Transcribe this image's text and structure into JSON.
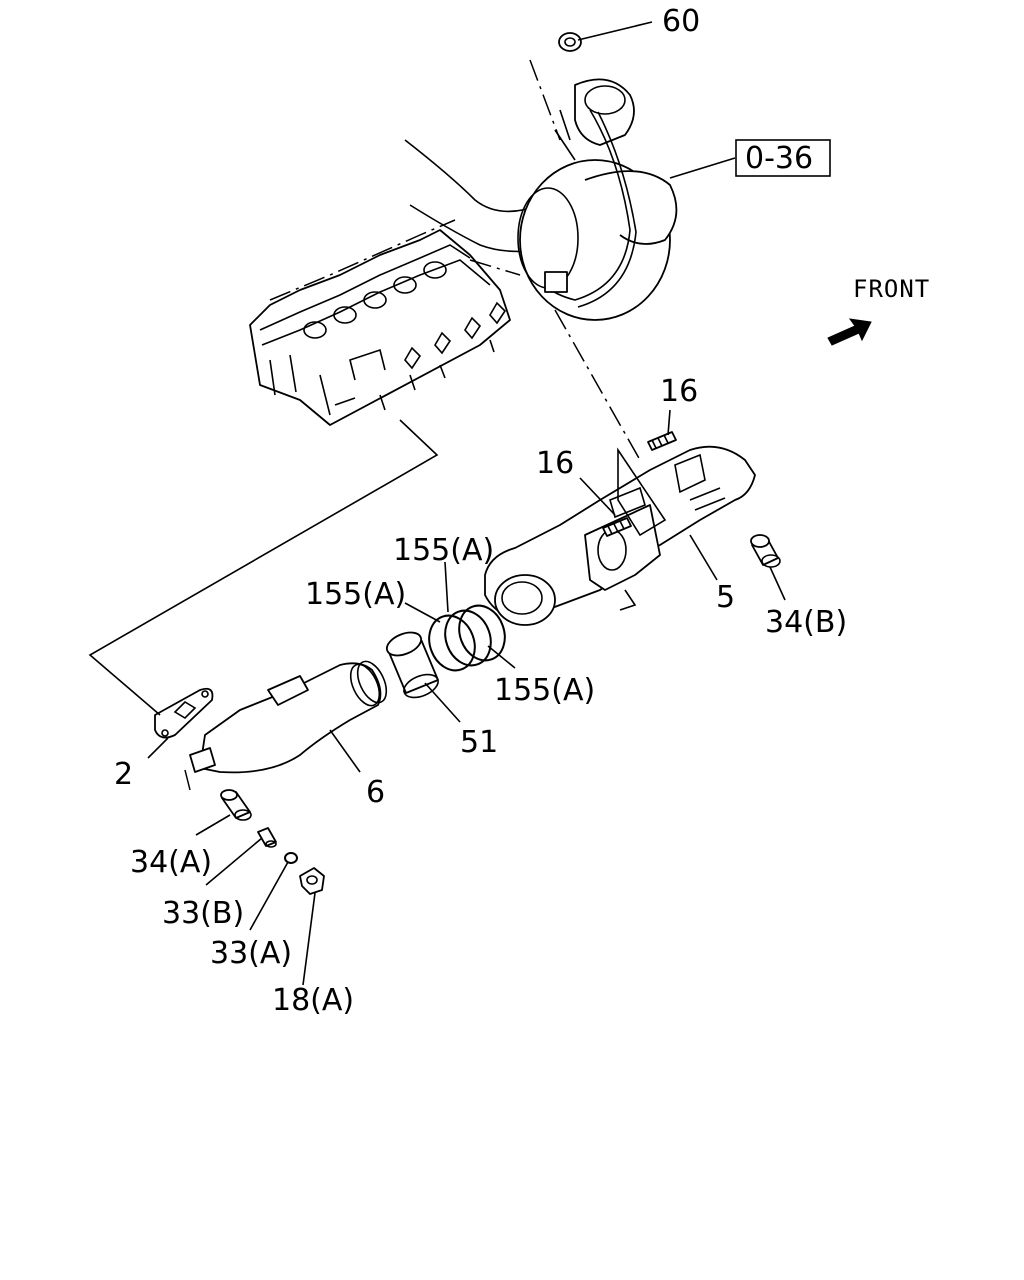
{
  "diagram": {
    "front_label": "FRONT",
    "ref_box": "0-36",
    "callouts": {
      "c60": "60",
      "c16a": "16",
      "c16b": "16",
      "c5": "5",
      "c34b": "34(B)",
      "c155a1": "155(A)",
      "c155a2": "155(A)",
      "c155a3": "155(A)",
      "c51": "51",
      "c2": "2",
      "c6": "6",
      "c34a": "34(A)",
      "c33b": "33(B)",
      "c33a": "33(A)",
      "c18a": "18(A)"
    }
  }
}
